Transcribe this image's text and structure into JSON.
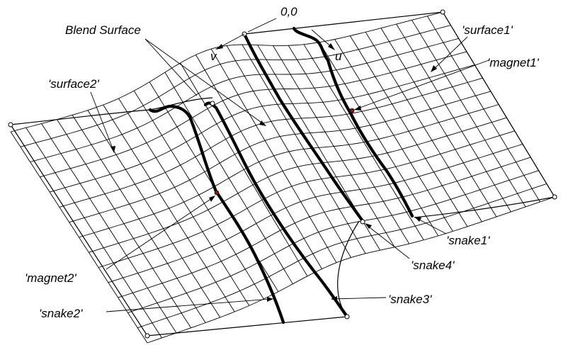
{
  "labels": {
    "origin": "0,0",
    "v_axis": "v",
    "u_axis": "u",
    "blend_surface": "Blend Surface",
    "surface1": "'surface1'",
    "surface2": "'surface2'",
    "magnet1": "'magnet1'",
    "magnet2": "'magnet2'",
    "snake1": "'snake1'",
    "snake2": "'snake2'",
    "snake3": "'snake3'",
    "snake4": "'snake4'"
  },
  "colors": {
    "line": "#000000",
    "background": "#ffffff",
    "magnet_point": "#7a1a10"
  }
}
